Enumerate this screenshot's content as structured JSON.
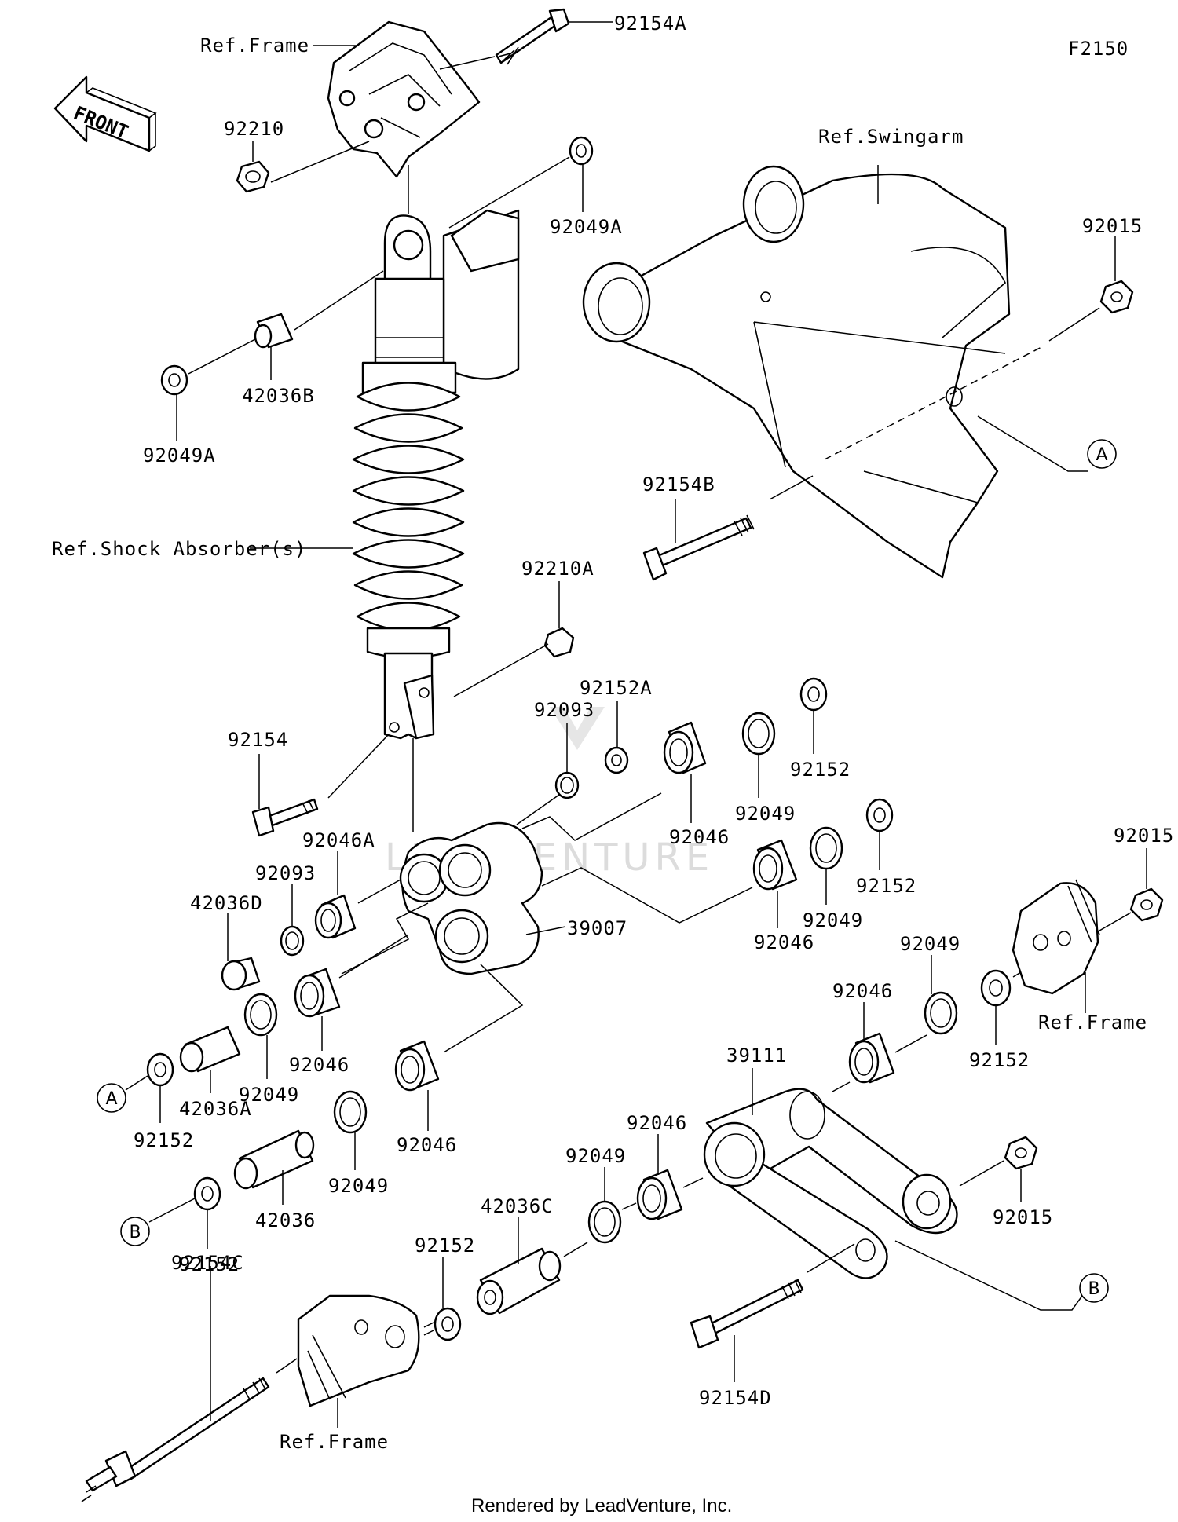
{
  "diagram_code": "F2150",
  "front_label": "FRONT",
  "watermark": "LEADVENTURE",
  "footer": "Rendered by LeadVenture, Inc.",
  "callouts": {
    "a": "A",
    "b": "B"
  },
  "references": {
    "frame_top": "Ref.Frame",
    "swingarm": "Ref.Swingarm",
    "shock": "Ref.Shock Absorber(s)",
    "frame_right": "Ref.Frame",
    "frame_bottom": "Ref.Frame"
  },
  "parts": {
    "p92154A": "92154A",
    "p92210": "92210",
    "p92049A_top": "92049A",
    "p92049A_left": "92049A",
    "p42036B": "42036B",
    "p92015_top": "92015",
    "p92154B": "92154B",
    "p92210A": "92210A",
    "p92152A": "92152A",
    "p92093_top": "92093",
    "p92154": "92154",
    "p92152_a": "92152",
    "p92049_a": "92049",
    "p92046_a": "92046",
    "p92152_b": "92152",
    "p92049_b": "92049",
    "p92046_b": "92046",
    "p92046A": "92046A",
    "p92093_left": "92093",
    "p42036D": "42036D",
    "p39007": "39007",
    "p92015_right": "92015",
    "p92049_c": "92049",
    "p92046_c": "92046",
    "p92152_c": "92152",
    "p42036A": "42036A",
    "p92049_d": "92049",
    "p92046_d": "92046",
    "p92152_d": "92152",
    "p92046_e": "92046",
    "p92049_e": "92049",
    "p42036": "42036",
    "p92152_e": "92152",
    "p39111": "39111",
    "p92046_f": "92046",
    "p92049_f": "92049",
    "p42036C": "42036C",
    "p92152_f": "92152",
    "p92015_bottom": "92015",
    "p92154D": "92154D",
    "p92154C": "92154C"
  }
}
